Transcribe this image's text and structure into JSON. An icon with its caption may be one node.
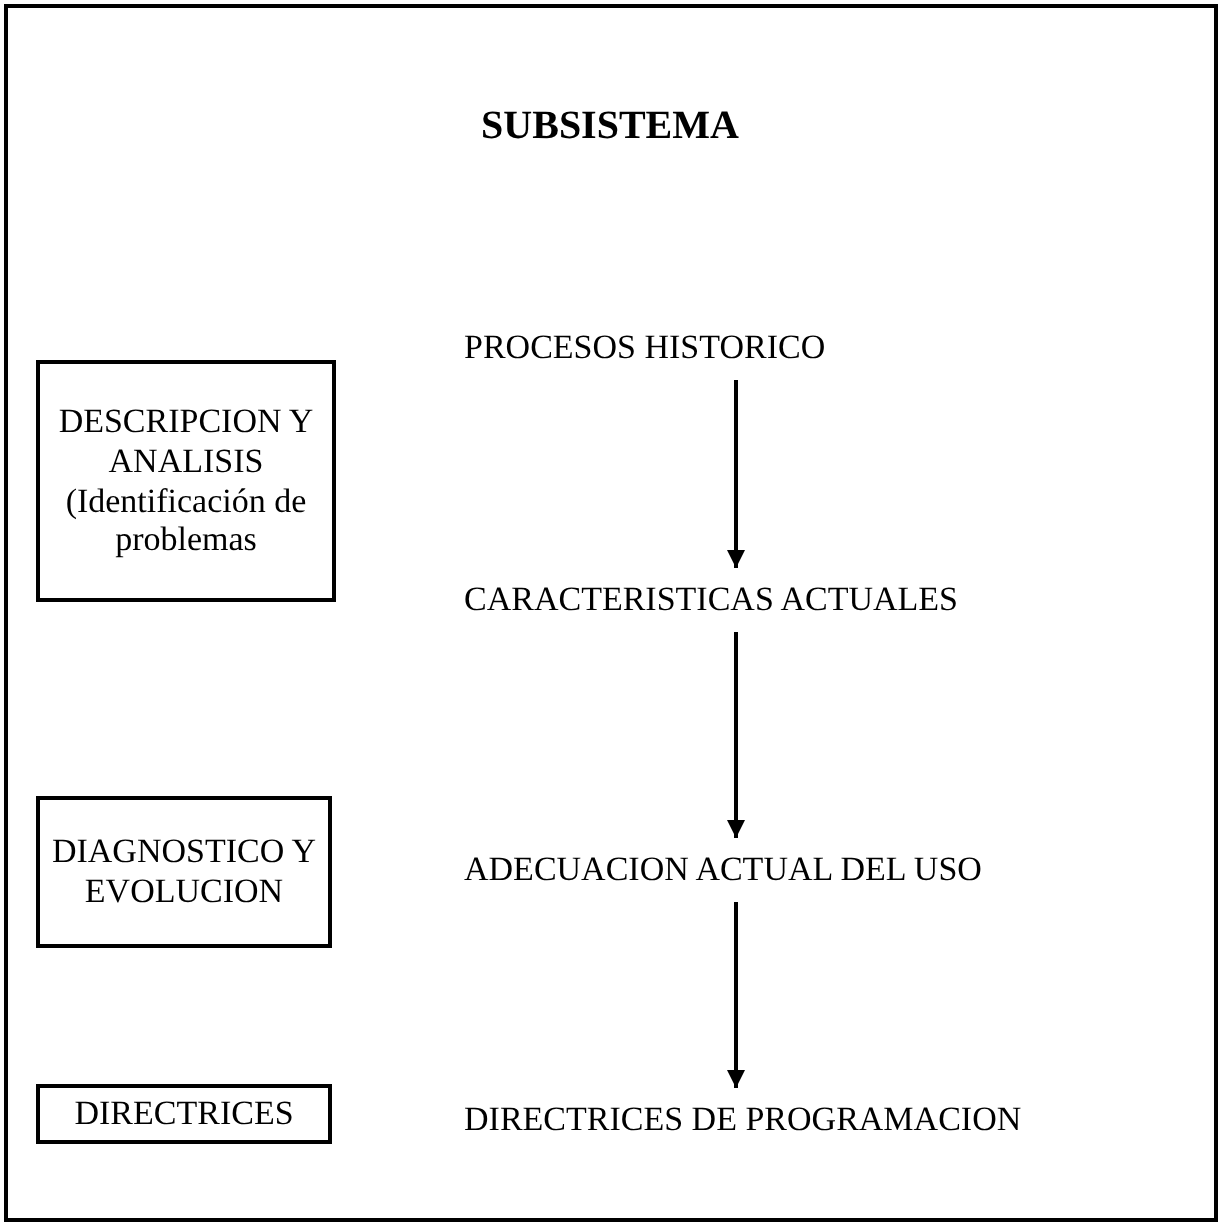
{
  "diagram": {
    "title": "SUBSISTEMA",
    "nodes": [
      {
        "text": [
          "DESCRIPCION Y ANALISIS (Identificación de problemas"
        ]
      },
      {
        "text": [
          "PROCESOS HISTORICO"
        ]
      },
      {
        "text": [
          "CARACTERISTICAS ACTUALES"
        ]
      },
      {
        "text": [
          "DIAGNOSTICO Y EVOLUCION"
        ]
      },
      {
        "text": [
          "ADECUACION ACTUAL DEL USO"
        ]
      },
      {
        "text": [
          "DIRECTRICES"
        ]
      },
      {
        "text": [
          "DIRECTRICES DE PROGRAMACION"
        ]
      }
    ],
    "edges": [
      {
        "from": 1,
        "to": 2,
        "arrow": "to"
      },
      {
        "from": 2,
        "to": 4,
        "arrow": "to"
      },
      {
        "from": 4,
        "to": 6,
        "arrow": "to"
      }
    ]
  }
}
